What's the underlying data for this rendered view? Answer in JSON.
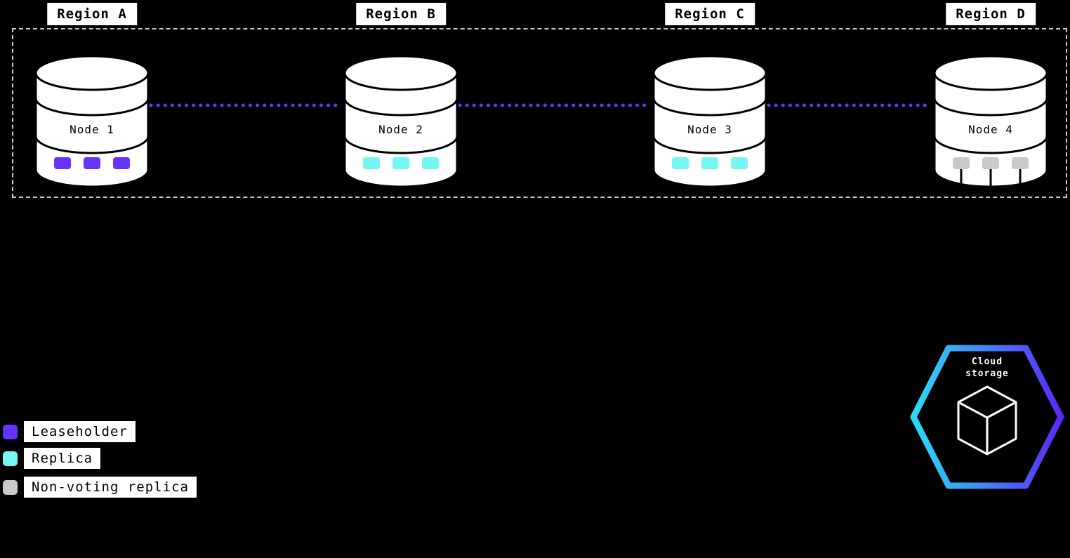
{
  "regions": [
    {
      "label": "Region A"
    },
    {
      "label": "Region B"
    },
    {
      "label": "Region C"
    },
    {
      "label": "Region D"
    }
  ],
  "nodes": [
    {
      "label": "Node 1",
      "replica_type": "leaseholder"
    },
    {
      "label": "Node 2",
      "replica_type": "replica"
    },
    {
      "label": "Node 3",
      "replica_type": "replica"
    },
    {
      "label": "Node 4",
      "replica_type": "non-voting replica"
    }
  ],
  "legend": {
    "items": [
      {
        "label": "Leaseholder",
        "color": "#6933ff"
      },
      {
        "label": "Replica",
        "color": "#74f6f2"
      },
      {
        "label": "Non-voting replica",
        "color": "#c9c9c9"
      }
    ]
  },
  "cloud": {
    "line1": "Cloud",
    "line2": "storage"
  },
  "colors": {
    "leaseholder": "#6933ff",
    "replica": "#74f6f2",
    "nonvoting": "#c9c9c9",
    "connector": "#6933ff",
    "cloud_gradient_start": "#2bdcf5",
    "cloud_gradient_end": "#5a28f5"
  }
}
